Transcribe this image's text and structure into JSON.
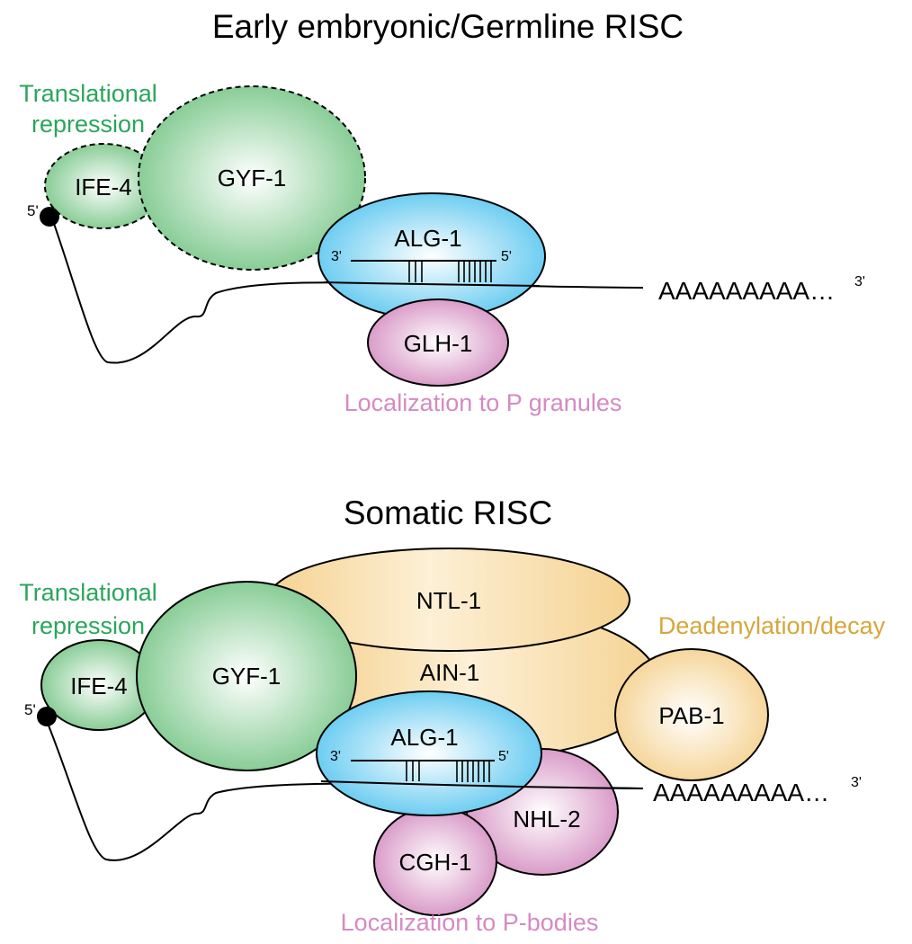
{
  "colors": {
    "green": "#7dc88c",
    "green_text": "#2aa65a",
    "blue": "#5fc8f0",
    "pink": "#d692c3",
    "pink_text": "#d58ac4",
    "orange": "#f5d291",
    "orange_text": "#d4a73c",
    "stroke": "#000000"
  },
  "top_panel": {
    "title": "Early embryonic/Germline RISC",
    "function_green": [
      "Translational",
      "repression"
    ],
    "function_pink": "Localization to P granules",
    "proteins": {
      "ife4": "IFE-4",
      "gyf1": "GYF-1",
      "alg1": "ALG-1",
      "glh1": "GLH-1"
    },
    "mirna_3prime": "3'",
    "mirna_5prime": "5'",
    "cap_label": "5'",
    "polya": "AAAAAAAAA…",
    "polya_end": "3'"
  },
  "bottom_panel": {
    "title": "Somatic RISC",
    "function_green": [
      "Translational",
      "repression"
    ],
    "function_orange": "Deadenylation/decay",
    "function_pink": "Localization to P-bodies",
    "proteins": {
      "ntl1": "NTL-1",
      "ain1": "AIN-1",
      "gyf1": "GYF-1",
      "ife4": "IFE-4",
      "pab1": "PAB-1",
      "alg1": "ALG-1",
      "nhl2": "NHL-2",
      "cgh1": "CGH-1"
    },
    "mirna_3prime": "3'",
    "mirna_5prime": "5'",
    "cap_label": "5'",
    "polya": "AAAAAAAAA…",
    "polya_end": "3'"
  }
}
